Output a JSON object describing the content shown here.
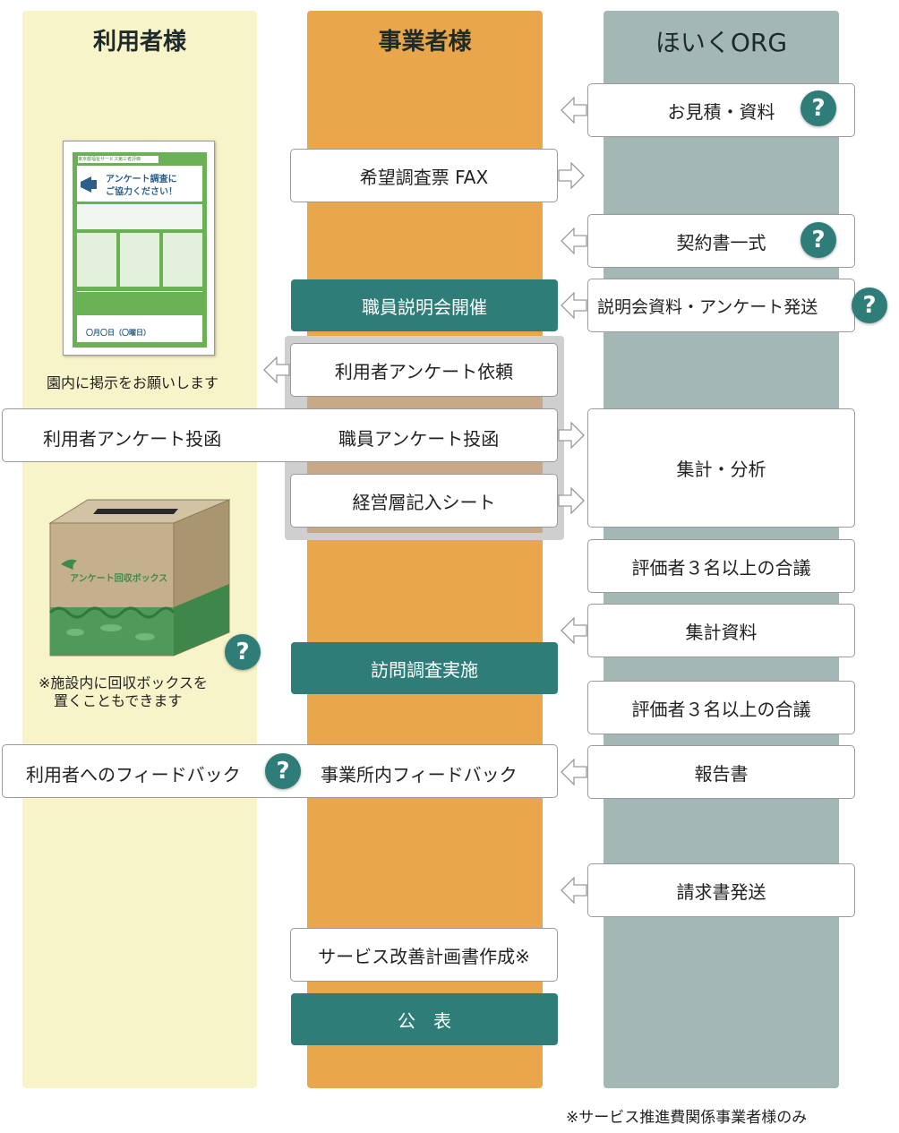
{
  "colors": {
    "user_col": "#f8f4c9",
    "biz_col": "#eaa64b",
    "org_col": "#a3b7b4",
    "teal": "#2e7d78",
    "group_bg": "#cfcfcf"
  },
  "columns": {
    "user": "利用者様",
    "business": "事業者様",
    "org": "ほいくORG"
  },
  "org_boxes": {
    "estimate": "お見積・資料",
    "contract": "契約書一式",
    "briefing_materials": "説明会資料・アンケート発送",
    "aggregate_analysis": "集計・分析",
    "evaluators_1": "評価者３名以上の合議",
    "aggregate_materials": "集計資料",
    "evaluators_2": "評価者３名以上の合議",
    "report": "報告書",
    "invoice": "請求書発送"
  },
  "biz_boxes": {
    "fax": "希望調査票 FAX",
    "staff_briefing": "職員説明会開催",
    "user_survey_request": "利用者アンケート依頼",
    "staff_survey_submit": "職員アンケート投函",
    "management_sheet": "経営層記入シート",
    "visit_survey": "訪問調査実施",
    "internal_feedback": "事業所内フィードバック",
    "improvement_plan": "サービス改善計画書作成※",
    "publish": "公　表"
  },
  "user_texts": {
    "poster_caption": "園内に掲示をお願いします",
    "user_survey_submit": "利用者アンケート投函",
    "box_note_line1": "※施設内に回収ボックスを",
    "box_note_line2": "置くこともできます",
    "user_feedback": "利用者へのフィードバック"
  },
  "poster": {
    "header": "東京都福祉サービス第三者評価",
    "title_line1": "アンケート調査に",
    "title_line2": "ご協力ください！",
    "date": "〇月〇日（〇曜日）"
  },
  "collection_box": {
    "label": "アンケート回収ボックス"
  },
  "help_icon": "?",
  "footnote": "※サービス推進費関係事業者様のみ"
}
